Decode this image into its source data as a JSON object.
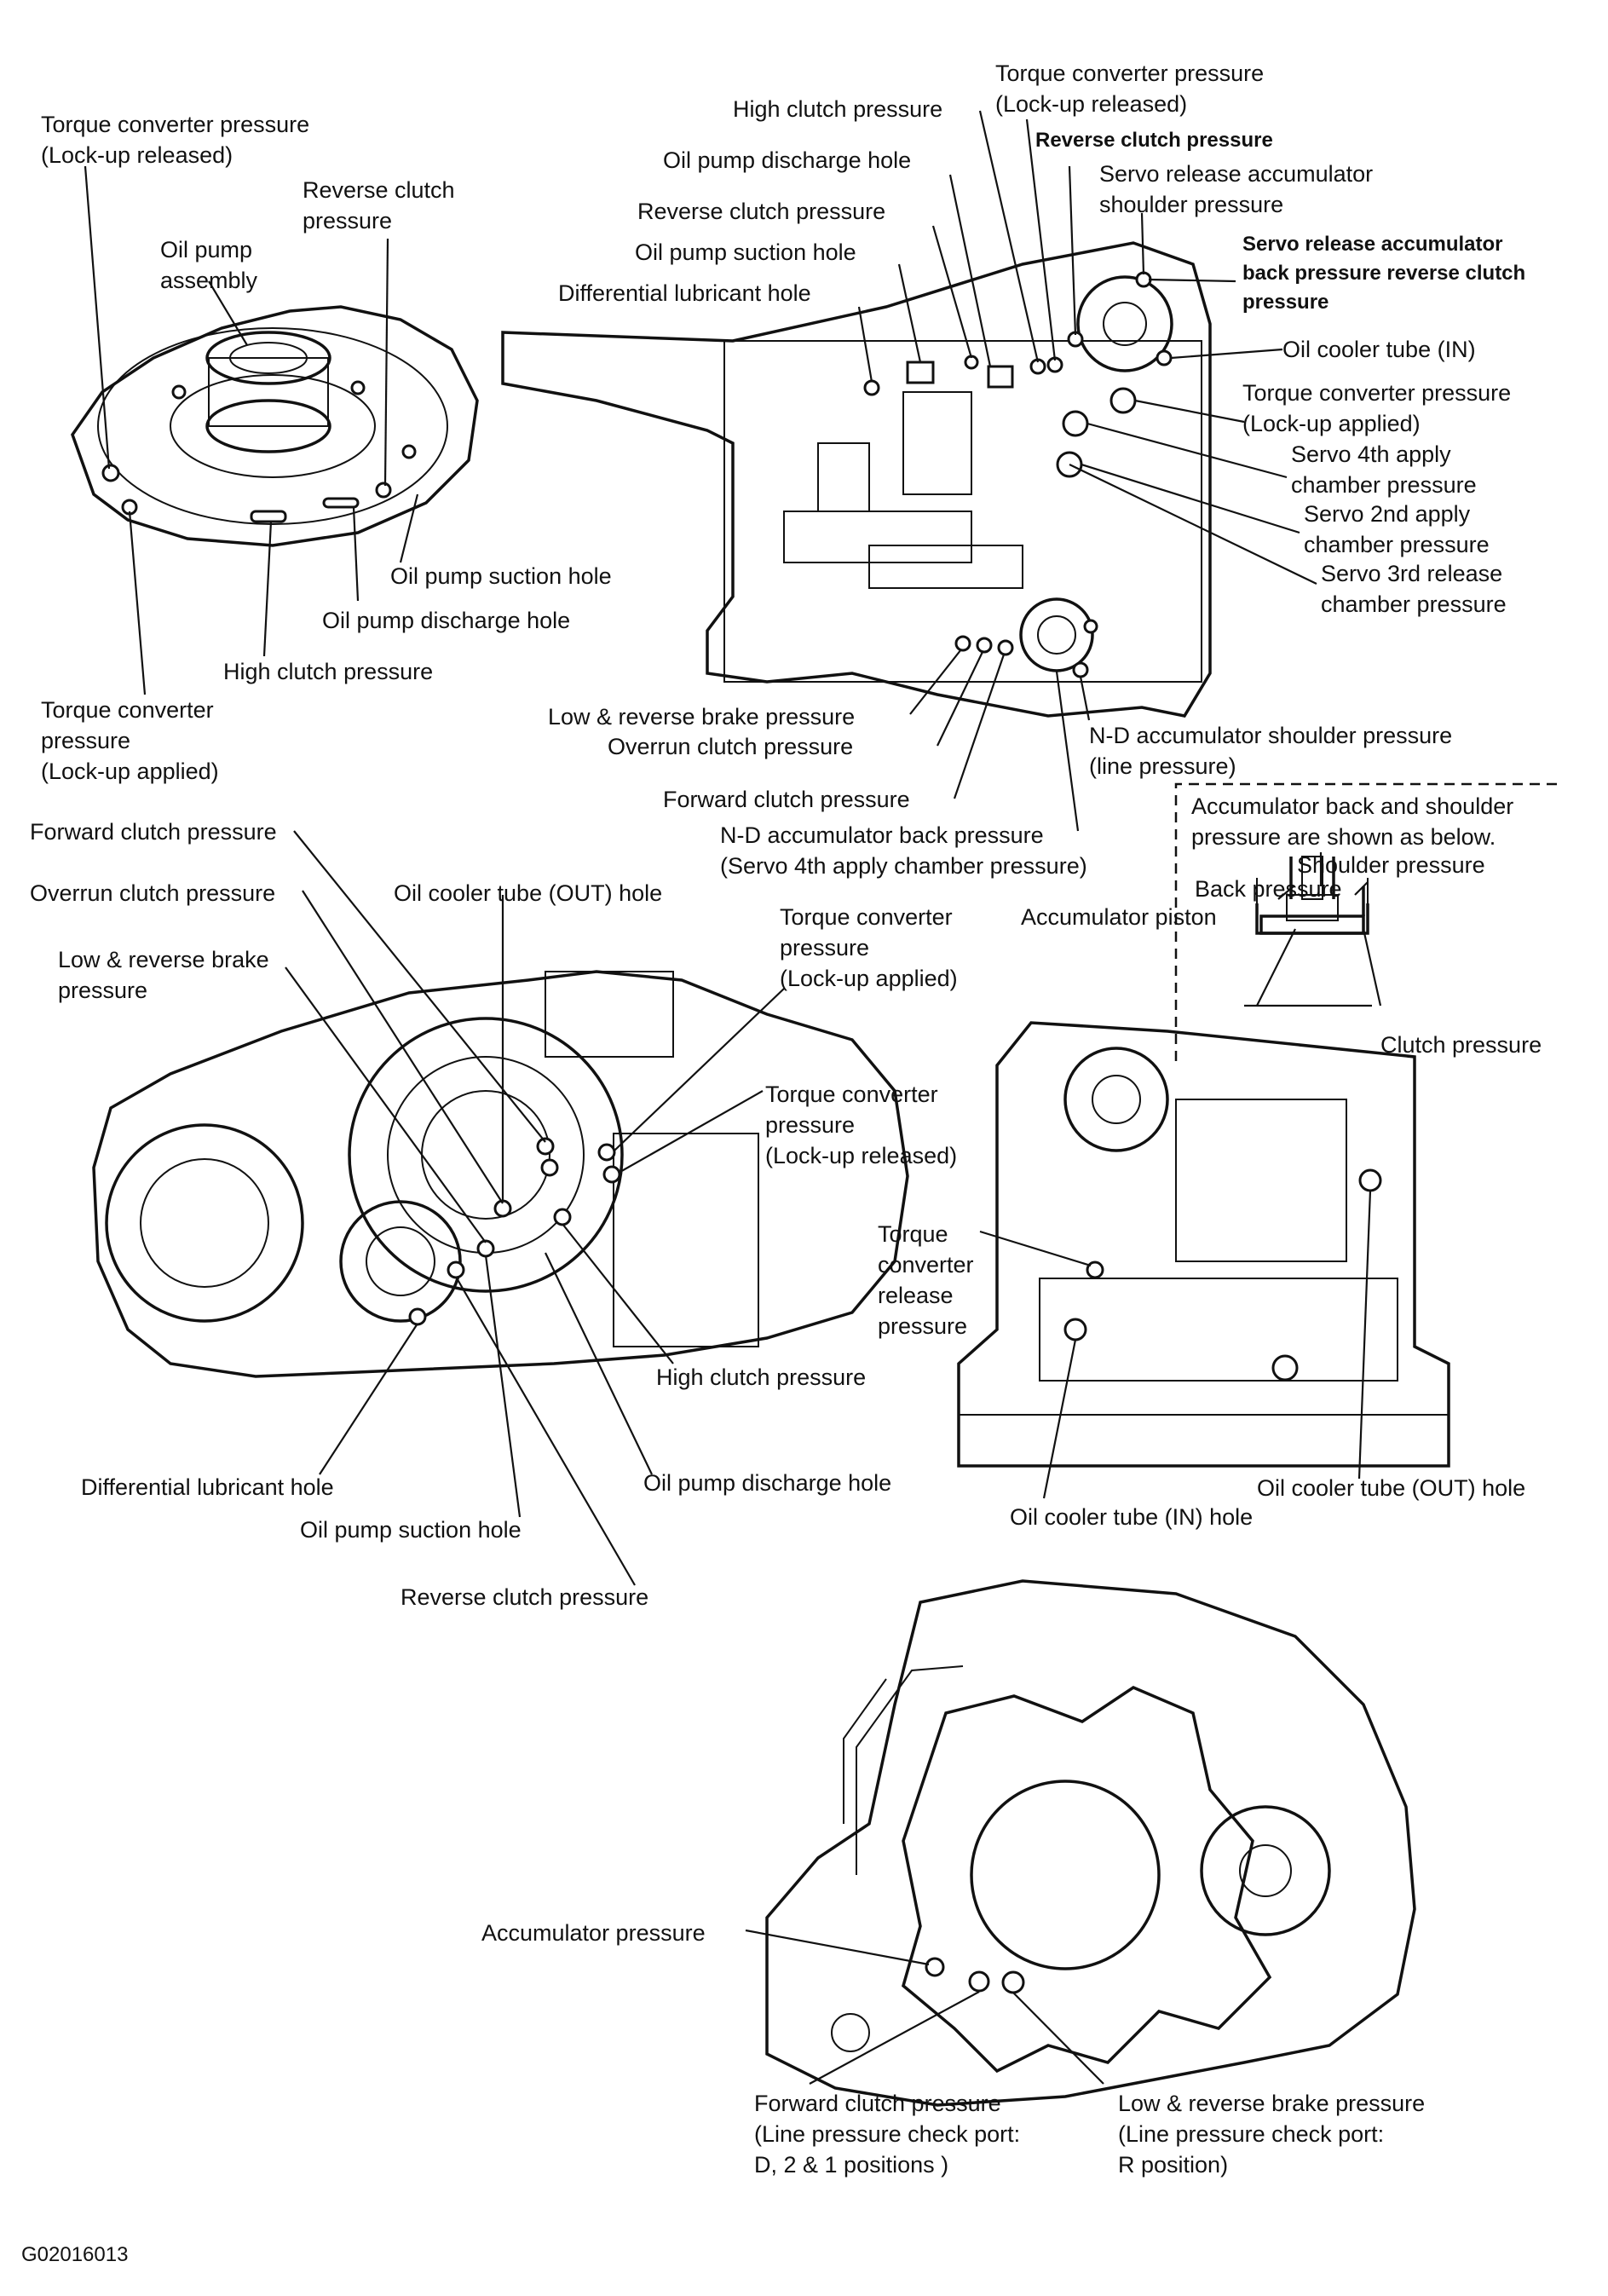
{
  "figure_id": "G02016013",
  "oil_pump": {
    "labels": [
      "Torque converter pressure\n(Lock-up released)",
      "Reverse clutch\npressure",
      "Oil pump\nassembly",
      "Oil pump suction hole",
      "Oil pump discharge hole",
      "High clutch pressure",
      "Torque converter\npressure\n(Lock-up applied)"
    ]
  },
  "case_top": {
    "labels": [
      "High clutch pressure",
      "Torque converter pressure\n(Lock-up released)",
      "Oil pump discharge hole",
      "Reverse clutch pressure",
      "Servo release accumulator\nshoulder pressure",
      "Reverse clutch pressure",
      "Oil pump suction hole",
      "Servo release accumulator\nback pressure reverse clutch\npressure",
      "Differential lubricant hole",
      "Oil cooler tube (IN)",
      "Torque converter pressure\n(Lock-up applied)",
      "Servo 4th apply\nchamber pressure",
      "Servo 2nd apply\nchamber pressure",
      "Servo 3rd release\nchamber pressure",
      "Low & reverse brake pressure",
      "Overrun clutch pressure",
      "N-D accumulator shoulder pressure\n(line pressure)",
      "Forward clutch pressure",
      "N-D accumulator back pressure\n(Servo 4th apply chamber pressure)"
    ]
  },
  "inset": {
    "labels": [
      "Accumulator back and shoulder\npressure are shown as below.",
      "Shoulder pressure",
      "Back pressure",
      "Accumulator piston",
      "Clutch pressure"
    ]
  },
  "housing": {
    "labels": [
      "Forward clutch pressure",
      "Overrun clutch pressure",
      "Oil cooler tube (OUT) hole",
      "Low & reverse brake\npressure",
      "Torque converter\npressure\n(Lock-up applied)",
      "Torque converter\npressure\n(Lock-up released)",
      "High clutch pressure",
      "Differential lubricant hole",
      "Oil pump discharge hole",
      "Oil pump suction hole",
      "Reverse clutch pressure"
    ]
  },
  "case_side": {
    "labels": [
      "Torque\nconverter\nrelease\npressure",
      "Oil cooler tube (IN) hole",
      "Oil cooler tube (OUT) hole"
    ]
  },
  "check_ports": {
    "labels": [
      "Accumulator pressure",
      "Forward clutch pressure\n(Line pressure check port:\n D, 2 & 1 positions )",
      "Low & reverse brake pressure\n(Line pressure check port:\n R position)"
    ]
  }
}
